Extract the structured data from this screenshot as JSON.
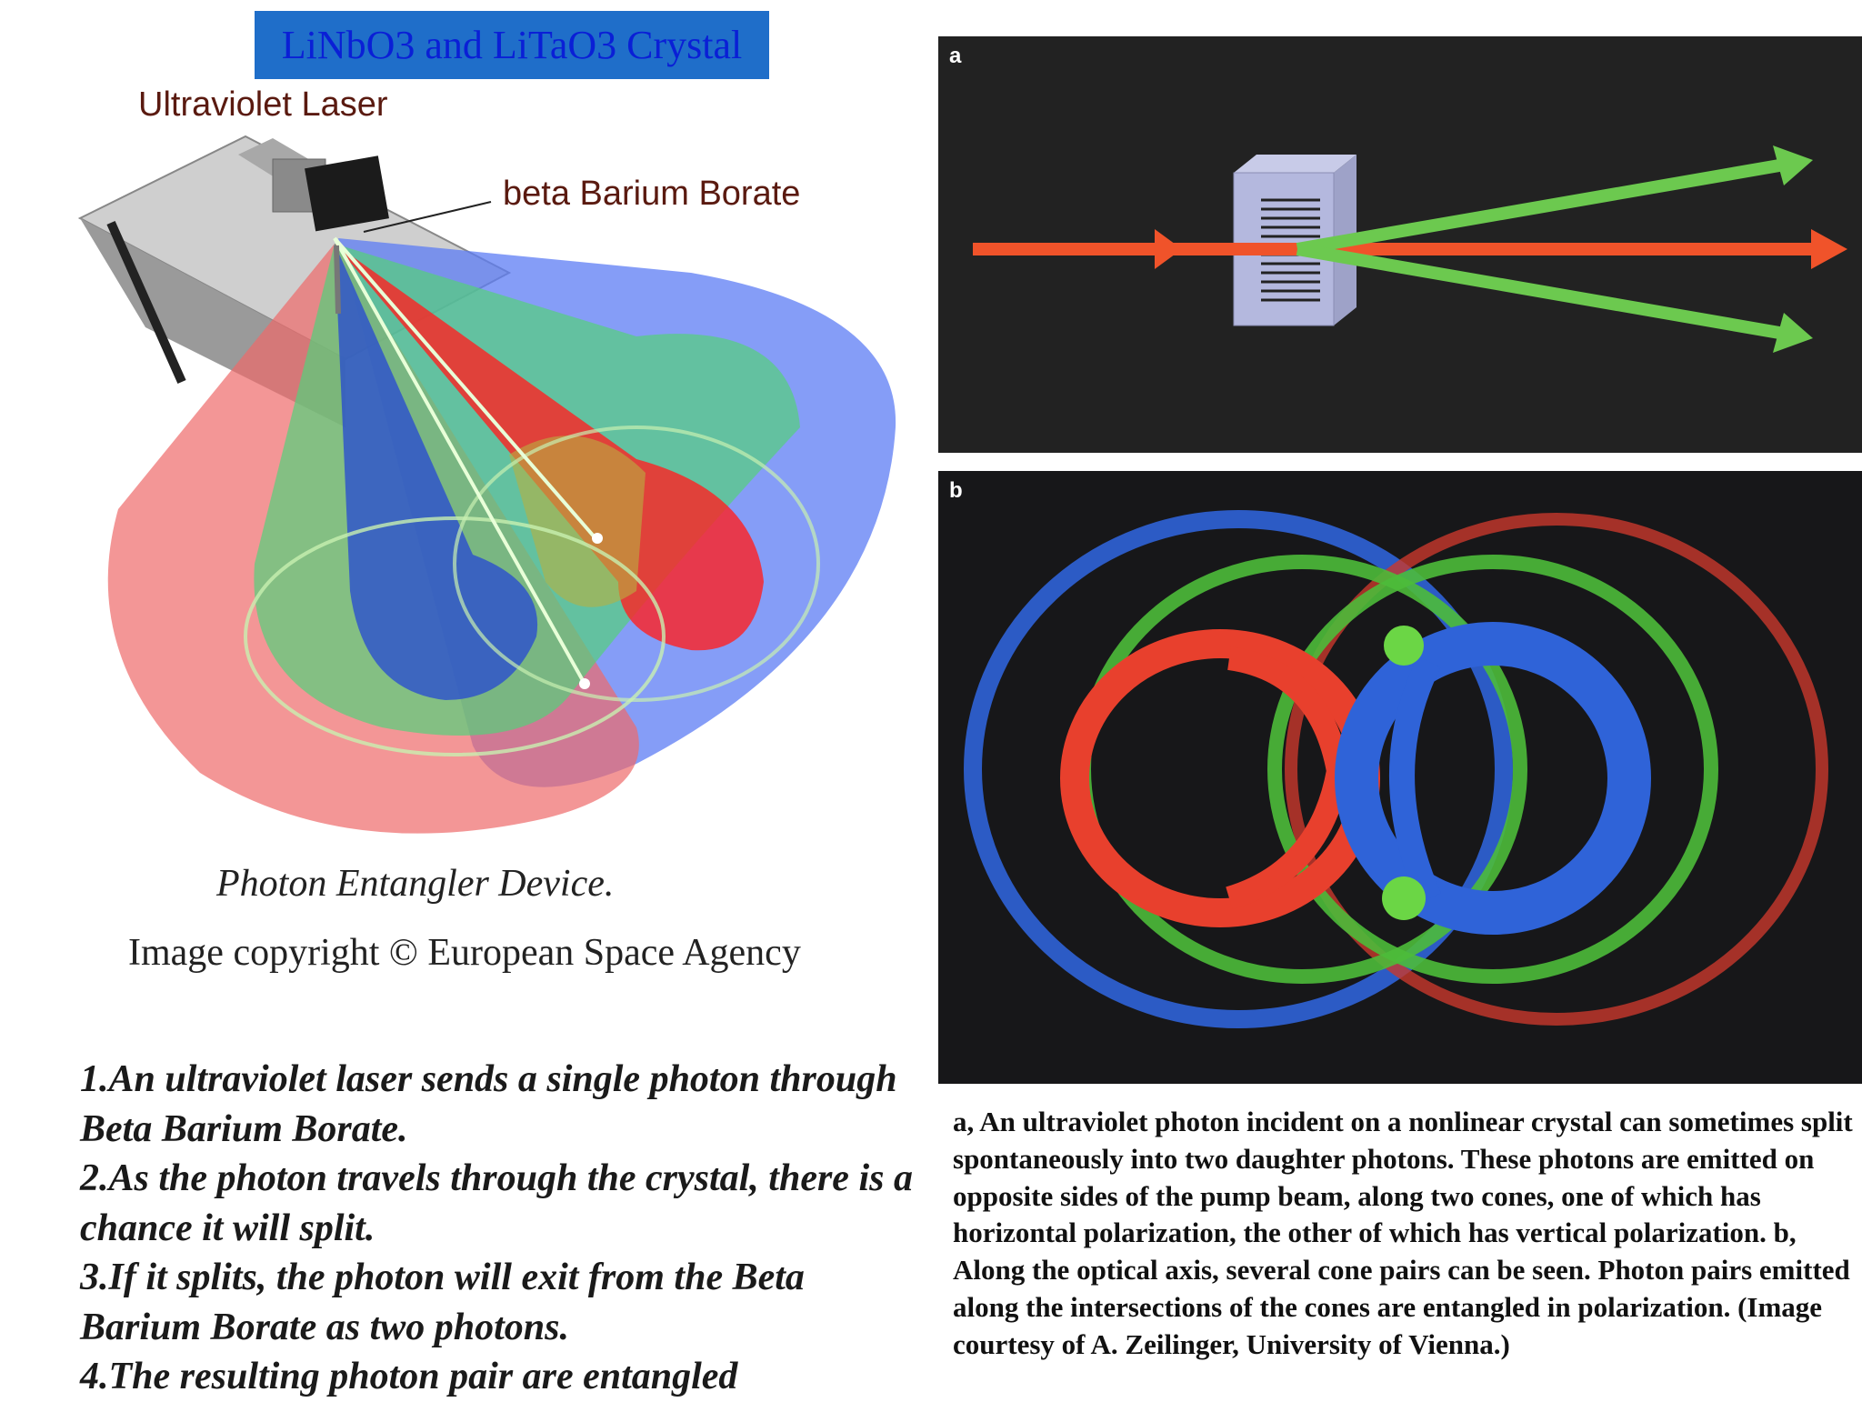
{
  "title": "LiNbO3 and LiTaO3 Crystal",
  "device": {
    "label_laser": "Ultraviolet Laser",
    "label_bbo": "beta Barium Borate",
    "caption": "Photon Entangler Device.",
    "copyright": "Image copyright © European Space Agency"
  },
  "steps": [
    "1.An ultraviolet laser sends a single photon through Beta Barium Borate.",
    "2.As the photon travels through the crystal, there is a chance it will split.",
    "3.If it splits, the photon will exit from the Beta Barium Borate as two photons.",
    "4.The resulting photon pair are entangled"
  ],
  "panel_a": {
    "letter": "a"
  },
  "panel_b": {
    "letter": "b"
  },
  "caption_right": "a, An ultraviolet photon incident on a nonlinear crystal can sometimes split spontaneously into two daughter photons. These photons are emitted on opposite sides of the pump beam, along two cones, one of which has horizontal polarization, the other of which has vertical polarization. b, Along the optical axis, several cone pairs can be seen. Photon pairs emitted along the intersections of the cones are entangled in polarization. (Image courtesy of A. Zeilinger, University of Vienna.)",
  "colors": {
    "title_bg": "#1f6ec9",
    "title_text": "#0a1fd6",
    "pump_beam": "#f0532a",
    "daughter_beam": "#6cc94f",
    "ring_blue": "#2f63d8",
    "ring_red": "#e8402d",
    "ring_green": "#4dbb3a"
  }
}
